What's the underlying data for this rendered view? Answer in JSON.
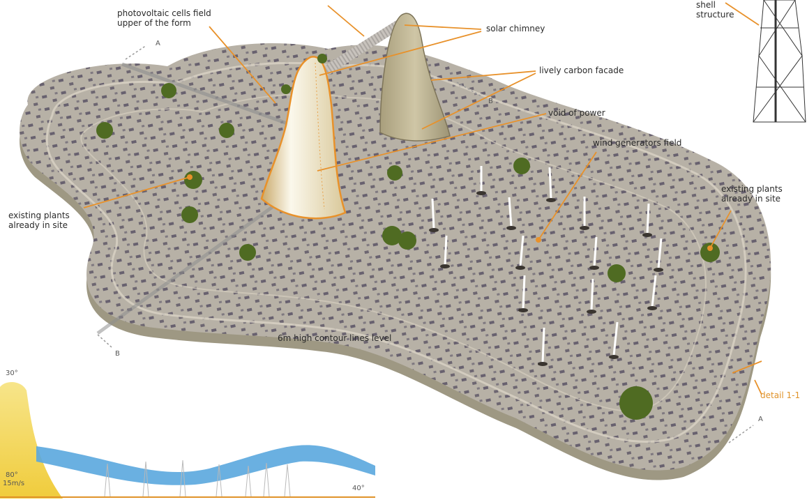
{
  "labels": {
    "pv_field": "photovoltaic cells field\nupper of the form",
    "solar_chimney": "solar chimney",
    "carbon_facade": "lively carbon facade",
    "void_power": "void of power",
    "wind_field": "wind generators field",
    "plants_left": "existing plants\nalready in site",
    "plants_right": "existing plants\nalready in site",
    "contour": "6m high contour lines level",
    "shell": "shell\nstructure",
    "detail": "detail 1-1"
  },
  "section_marks": {
    "a_top": "A",
    "b_right": "B",
    "b_bottom": "B",
    "a_bottom": "A"
  },
  "profile": {
    "top_angle": "30°",
    "angle_low": "80°",
    "wind_speed": "15m/s",
    "right_angle": "40°"
  },
  "colors": {
    "island_fill": "#b7b1a6",
    "island_edge": "#9e9883",
    "panel": "#4d465c",
    "chimney": "#f3efdf",
    "leader": "#e8912a",
    "wind_band": "#5aa7de",
    "profile_yellow": "#f5dc6a"
  }
}
